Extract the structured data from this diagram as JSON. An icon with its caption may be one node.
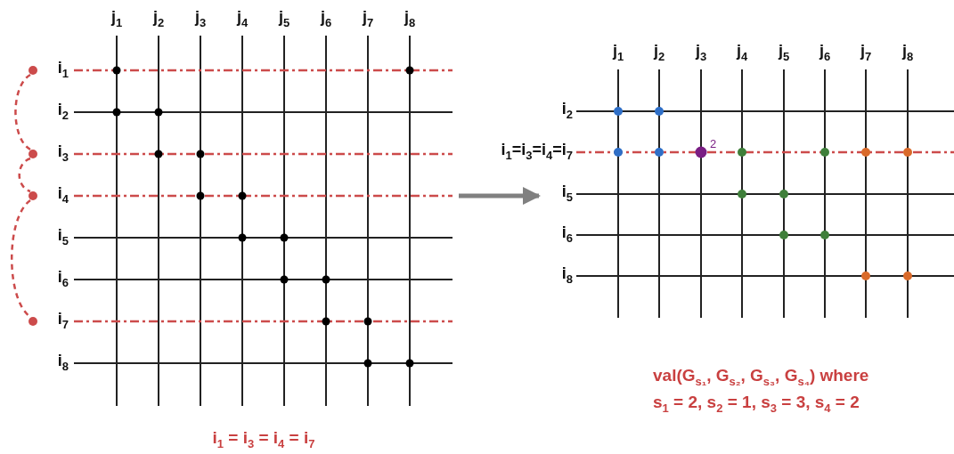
{
  "diagram": {
    "nodes": [
      {
        "text": [],
        "shape": "picture"
      },
      {
        "text": [],
        "shape": "picture"
      },
      {
        "text": [],
        "shape": "circle"
      },
      {
        "text": [],
        "shape": "circle"
      },
      {
        "text": [],
        "shape": "circle"
      },
      {
        "text": [],
        "shape": "circle"
      }
    ],
    "edges": [
      {
        "from": 0,
        "to": 1,
        "arrow": "to",
        "style": "thick",
        "color": "#808080"
      },
      {
        "from": 2,
        "to": 3,
        "arrow": "none",
        "style": "dashed"
      },
      {
        "from": 3,
        "to": 4,
        "arrow": "none",
        "style": "dashed"
      },
      {
        "from": 4,
        "to": 5,
        "arrow": "none",
        "style": "dashed"
      }
    ],
    "labels": [
      "j$_{1}$",
      "j$_{2}$",
      "j$_{3}$",
      "j$_{4}$",
      "j$_{5}$",
      "j$_{6}$",
      "j$_{7}$",
      "j$_{8}$",
      "i$_{1}$",
      "i$_{2}$",
      "i$_{3}$",
      "i$_{4}$",
      "i$_{5}$",
      "i$_{6}$",
      "i$_{7}$",
      "i$_{8}$",
      "j$_{1}$",
      "j$_{2}$",
      "j$_{3}$",
      "j$_{4}$",
      "j$_{5}$",
      "j$_{6}$",
      "j$_{7}$",
      "j$_{8}$",
      "i$_{2}$",
      "i$_{1}$=i$_{3}$=i$_{4}$=i$_{7}$",
      "i$_{5}$",
      "i$_{6}$",
      "i$_{8}$",
      "2",
      "val(G$_{s₁}$, G$_{s₂}$, G$_{s₃}$, G$_{s₄}$) where",
      "s$_{1}$ = 2, s$_{2}$ = 1, s$_{3}$ = 3, s$_{4}$ = 2",
      "i$_{1}$ = i$_{3}$ = i$_{4}$ = i$_{7}$"
    ]
  }
}
